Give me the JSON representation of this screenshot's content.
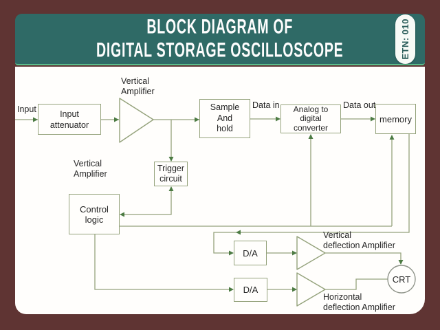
{
  "header": {
    "title_line1": "BLOCK DIAGRAM OF",
    "title_line2": "DIGITAL STORAGE OSCILLOSCOPE",
    "badge": "ETN: 010"
  },
  "colors": {
    "frame_brown": "#5f3433",
    "header_teal": "#2f6a66",
    "separator_green": "#5abd8b",
    "line_olive": "#94a27b",
    "arrow_green": "#4c7b43",
    "crt_circle_gray": "#8f948a",
    "badge_text_teal": "#2b5e5a",
    "text_black": "#262626",
    "canvas_white": "#fffefc"
  },
  "diagram": {
    "blocks": {
      "input_attenuator": "Input\nattenuator",
      "sample_hold": "Sample\nAnd\nhold",
      "adc": "Analog to\ndigital\nconverter",
      "memory": "memory",
      "trigger_circuit": "Trigger\ncircuit",
      "control_logic": "Control logic",
      "da_1": "D/A",
      "da_2": "D/A",
      "crt": "CRT"
    },
    "labels": {
      "input": "Input",
      "vertical_amplifier_top": "Vertical\nAmplifier",
      "vertical_amplifier_mid": "Vertical\nAmplifier",
      "data_in": "Data in",
      "data_out": "Data out",
      "vertical_deflection": "Vertical\ndeflection Amplifier",
      "horizontal_deflection": "Horizontal\ndeflection Amplifier"
    }
  }
}
